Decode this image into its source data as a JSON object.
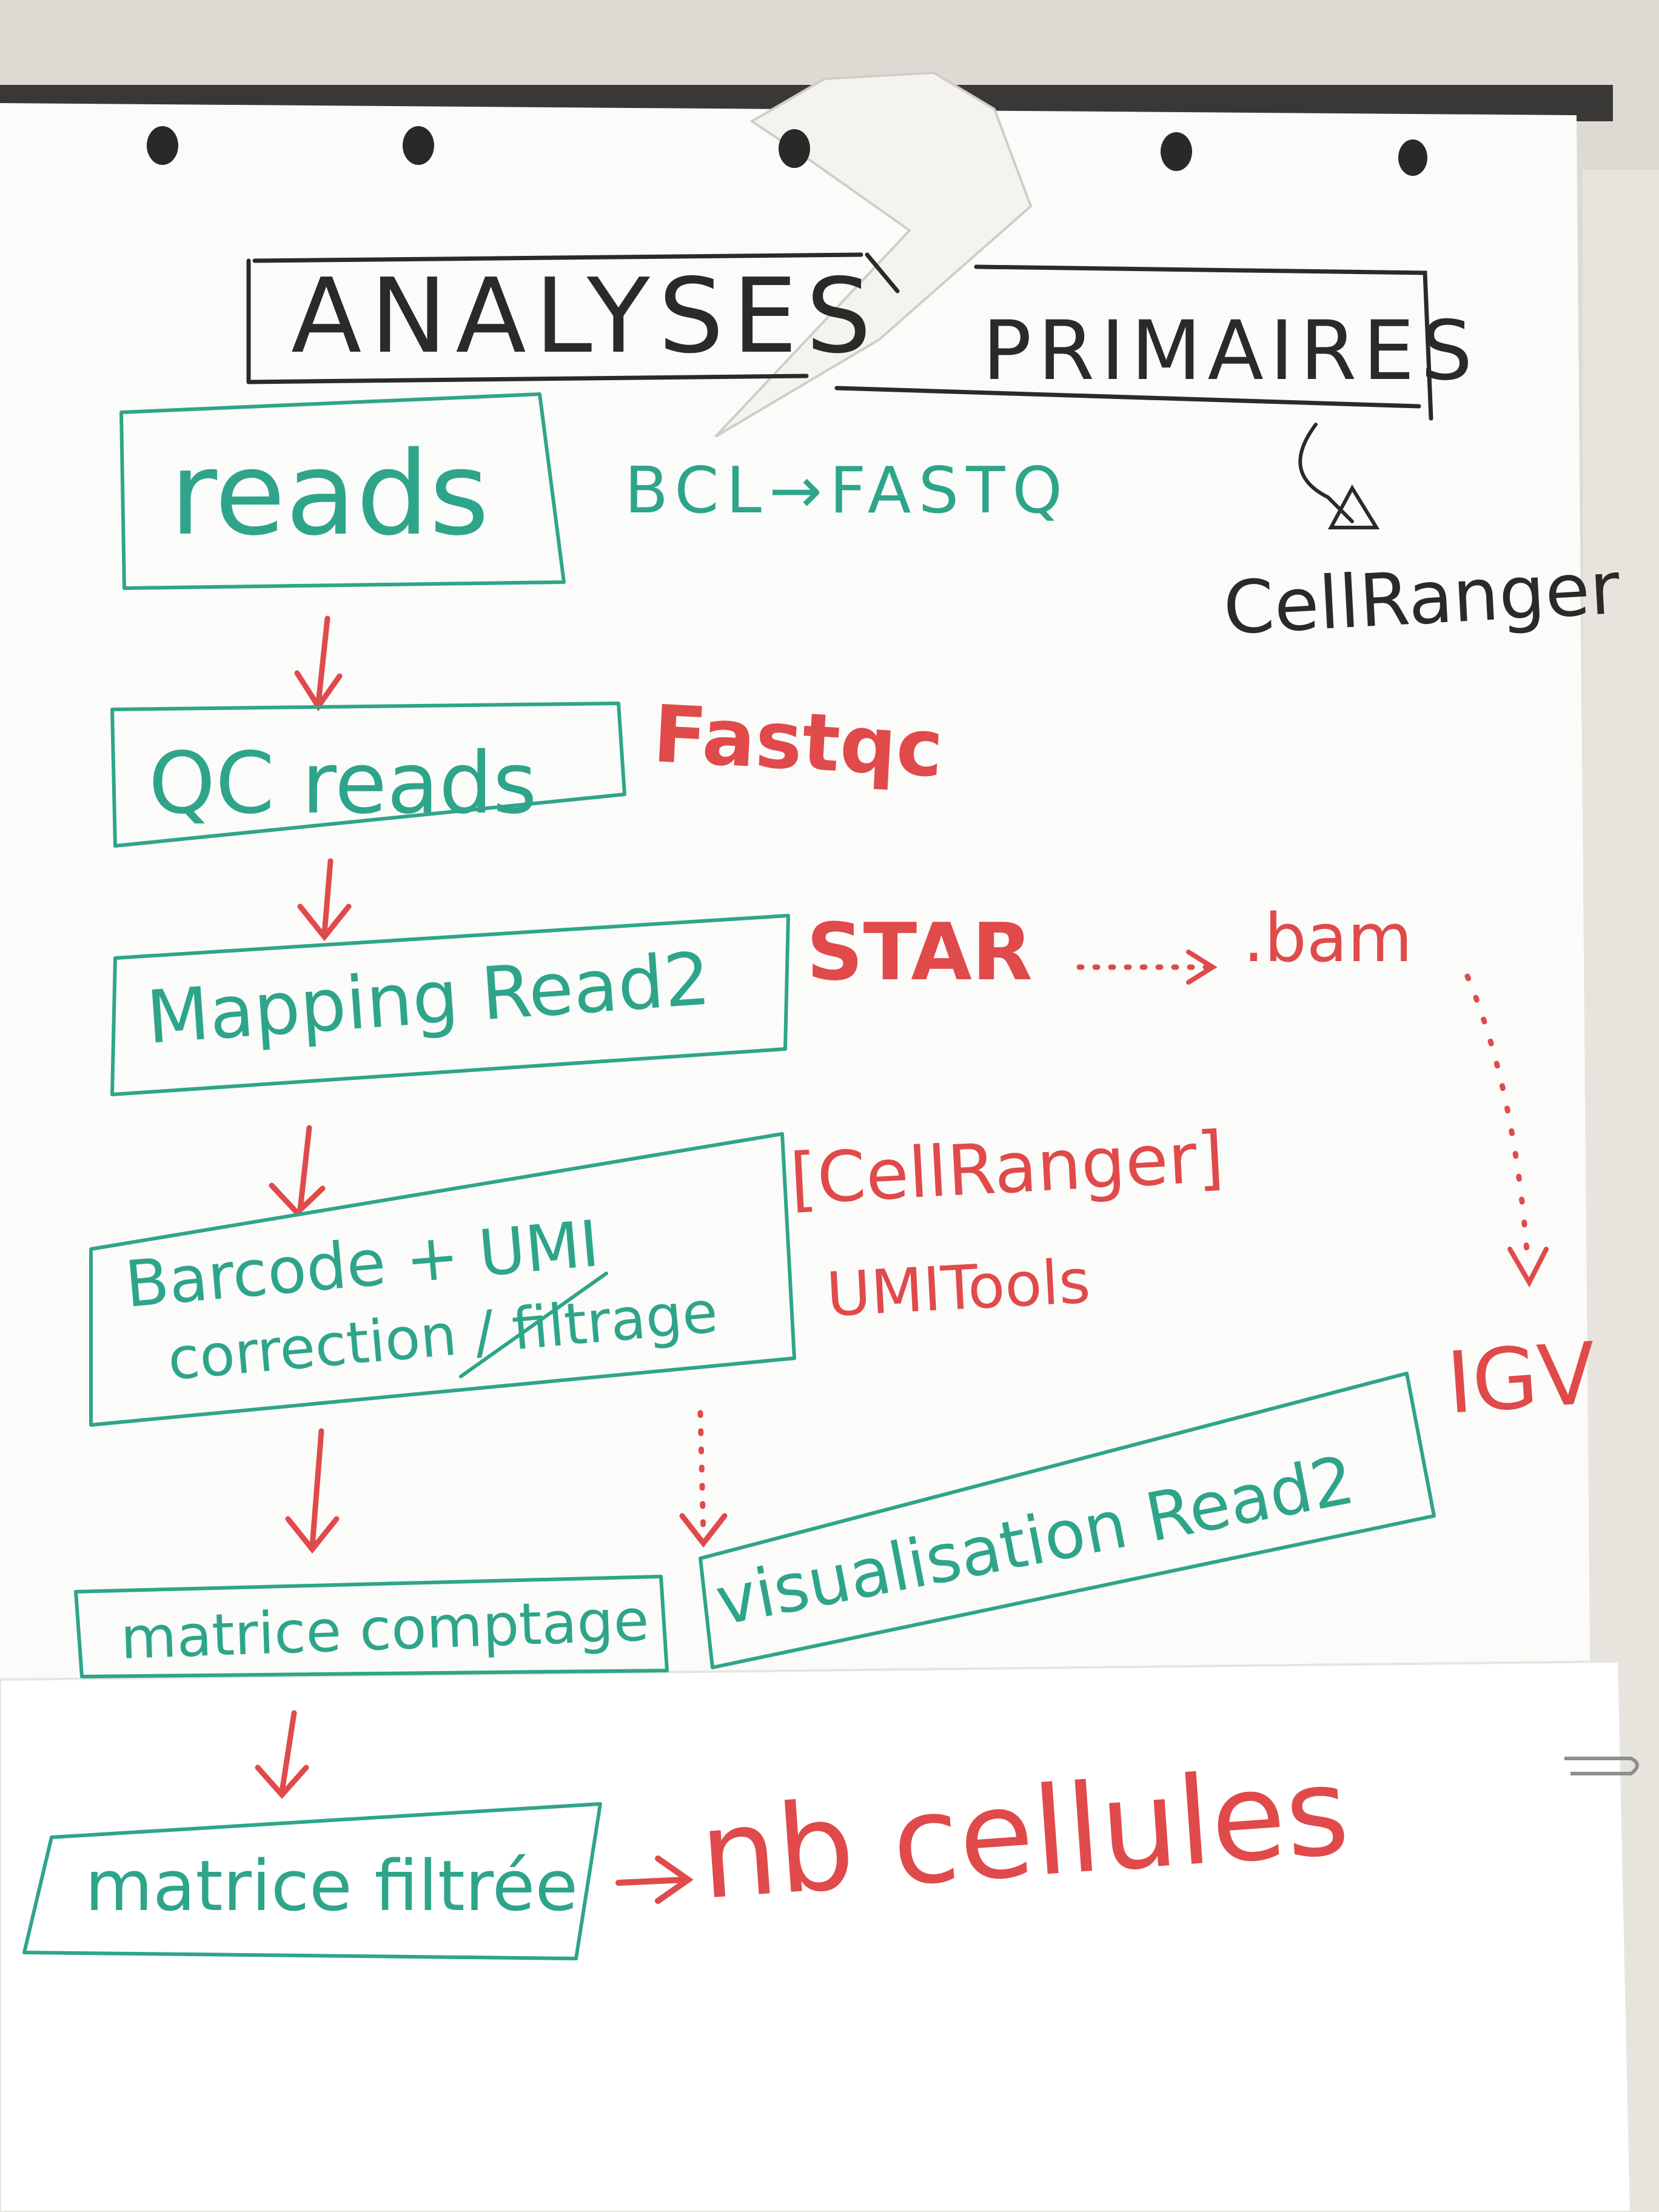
{
  "title": {
    "left": "ANALYSES",
    "right": "PRIMAIRES"
  },
  "note": {
    "tool": "CellRanger"
  },
  "steps": [
    {
      "label": "reads",
      "tool": "BCL→FASTQ"
    },
    {
      "label": "QC reads",
      "tool": "Fastqc"
    },
    {
      "label": "Mapping Read2",
      "tool": "STAR",
      "output": ".bam"
    },
    {
      "label_line1": "Barcode + UMI",
      "label_line2": "correction / filtrage",
      "tool": "[CellRanger]",
      "tool2": "UMITools"
    },
    {
      "label": "matrice comptage"
    },
    {
      "label": "matrice filtrée",
      "result": "nb cellules"
    }
  ],
  "side": {
    "label": "visualisation Read2",
    "tool": "IGV"
  },
  "colors": {
    "green": "#2ea58a",
    "red": "#e04a4a",
    "black": "#2c2a28",
    "paper": "#fbfbf9"
  }
}
